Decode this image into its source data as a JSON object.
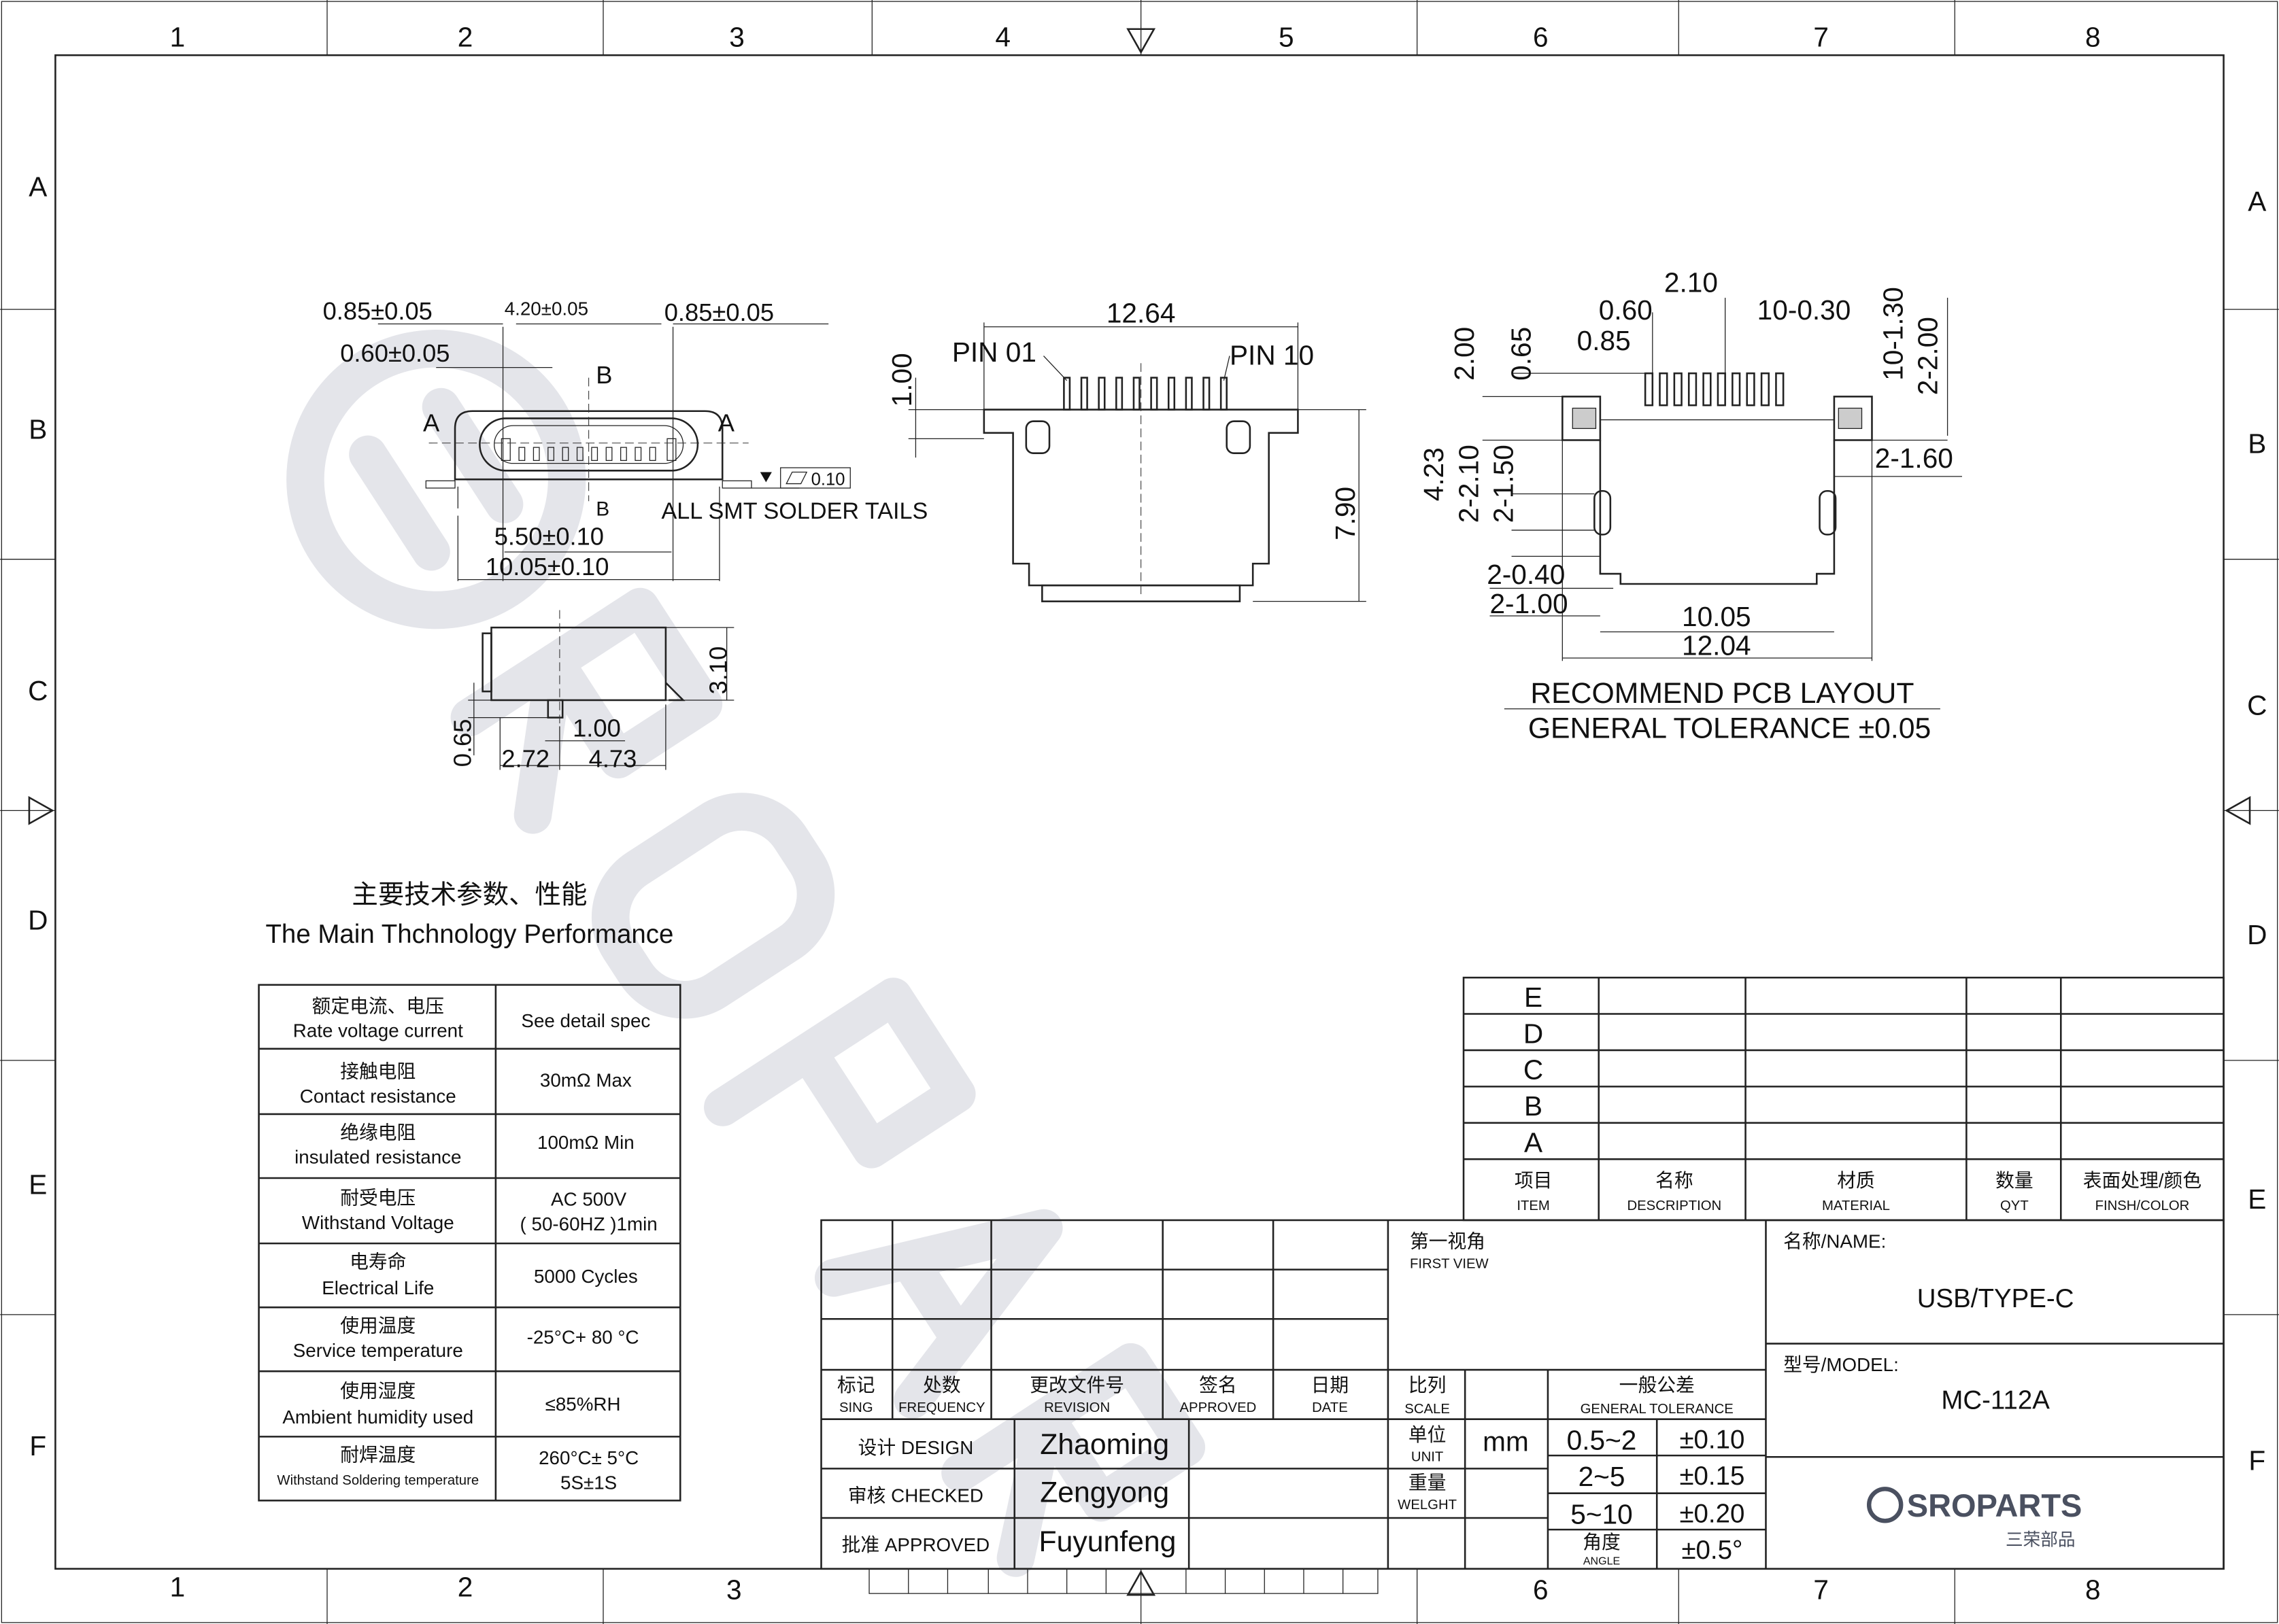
{
  "frame": {
    "columns": [
      "1",
      "2",
      "3",
      "4",
      "5",
      "6",
      "7",
      "8"
    ],
    "rows": [
      "A",
      "B",
      "C",
      "D",
      "E",
      "F"
    ]
  },
  "watermark": "SROPARTS",
  "front_view": {
    "dims": [
      "0.85±0.05",
      "4.20±0.05",
      "0.85±0.05",
      "0.60±0.05",
      "5.50±0.10",
      "10.05±0.10"
    ],
    "section_a": "A",
    "section_b": "B",
    "flatness": "0.10",
    "note": "ALL SMT SOLDER TAILS"
  },
  "side_view": {
    "dims": [
      "3.10",
      "0.65",
      "1.00",
      "2.72",
      "4.73"
    ]
  },
  "top_view": {
    "dims": [
      "12.64",
      "1.00",
      "7.90"
    ],
    "pin_first": "PIN 01",
    "pin_last": "PIN 10"
  },
  "pcb_layout": {
    "dims": [
      "2.10",
      "0.60",
      "0.85",
      "10-0.30",
      "10-1.30",
      "2-2.00",
      "2.00",
      "0.65",
      "4.23",
      "2-2.10",
      "2-1.50",
      "2-1.60",
      "2-0.40",
      "2-1.00",
      "10.05",
      "12.04"
    ],
    "title": "RECOMMEND PCB LAYOUT",
    "tolerance": "GENERAL TOLERANCE ±0.05"
  },
  "specs": {
    "title_cn": "主要技术参数、性能",
    "title_en": "The Main Thchnology Performance",
    "rows": [
      {
        "cn": "额定电流、电压",
        "en": "Rate voltage current",
        "value": "See detail spec"
      },
      {
        "cn": "接触电阻",
        "en": "Contact resistance",
        "value": "30mΩ Max"
      },
      {
        "cn": "绝缘电阻",
        "en": "insulated resistance",
        "value": "100mΩ Min"
      },
      {
        "cn": "耐受电压",
        "en": "Withstand Voltage",
        "value": "AC 500V\n( 50-60HZ )1min"
      },
      {
        "cn": "电寿命",
        "en": "Electrical Life",
        "value": "5000 Cycles"
      },
      {
        "cn": "使用温度",
        "en": "Service temperature",
        "value": "-25°C+ 80 °C"
      },
      {
        "cn": "使用湿度",
        "en": "Ambient humidity used",
        "value": "≤85%RH"
      },
      {
        "cn": "耐焊温度",
        "en": "Withstand Soldering temperature",
        "value": "260°C± 5°C\n5S±1S"
      }
    ]
  },
  "revision_table": {
    "row_labels": [
      "E",
      "D",
      "C",
      "B",
      "A"
    ],
    "headers": [
      {
        "cn": "项目",
        "en": "ITEM"
      },
      {
        "cn": "名称",
        "en": "DESCRIPTION"
      },
      {
        "cn": "材质",
        "en": "MATERIAL"
      },
      {
        "cn": "数量",
        "en": "QYT"
      },
      {
        "cn": "表面处理/颜色",
        "en": "FINSH/COLOR"
      }
    ]
  },
  "title_block": {
    "change_headers": [
      {
        "cn": "标记",
        "en": "SING"
      },
      {
        "cn": "处数",
        "en": "FREQUENCY"
      },
      {
        "cn": "更改文件号",
        "en": "REVISION"
      },
      {
        "cn": "签名",
        "en": "APPROVED"
      },
      {
        "cn": "日期",
        "en": "DATE"
      }
    ],
    "first_view_cn": "第一视角",
    "first_view_en": "FIRST VIEW",
    "scale_cn": "比列",
    "scale_en": "SCALE",
    "tolerance_cn": "一般公差",
    "tolerance_en": "GENERAL TOLERANCE",
    "unit_cn": "单位",
    "unit_en": "UNIT",
    "unit_value": "mm",
    "weight_cn": "重量",
    "weight_en": "WELGHT",
    "angle_cn": "角度",
    "angle_en": "ANGLE",
    "tolerances": [
      {
        "range": "0.5~2",
        "value": "±0.10"
      },
      {
        "range": "2~5",
        "value": "±0.15"
      },
      {
        "range": "5~10",
        "value": "±0.20"
      }
    ],
    "angle_value": "±0.5°",
    "signoffs": [
      {
        "role": "设计 DESIGN",
        "name": "Zhaoming"
      },
      {
        "role": "审核 CHECKED",
        "name": "Zengyong"
      },
      {
        "role": "批准 APPROVED",
        "name": "Fuyunfeng"
      }
    ],
    "name_label": "名称/NAME:",
    "name_value": "USB/TYPE-C",
    "model_label": "型号/MODEL:",
    "model_value": "MC-112A",
    "logo_text": "SROPARTS",
    "logo_sub": "三荣部品",
    "brand_color": "#4a5060"
  }
}
